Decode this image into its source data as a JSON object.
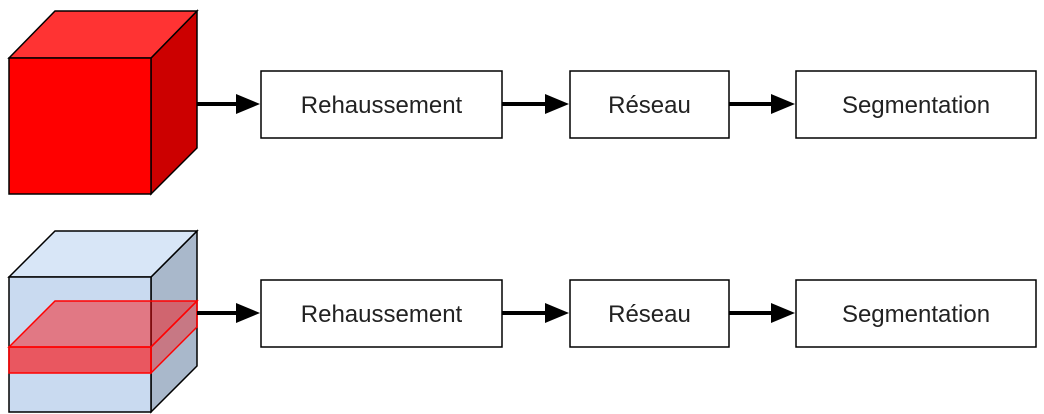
{
  "rows": [
    {
      "volume": "full-volume",
      "cube_colors": {
        "front": "#ff0000",
        "top": "#ff3333",
        "side": "#cc0000"
      },
      "steps": [
        {
          "label": "Rehaussement"
        },
        {
          "label": "Réseau"
        },
        {
          "label": "Segmentation"
        }
      ]
    },
    {
      "volume": "slice",
      "cube_colors": {
        "front": "#c9daf0",
        "top": "#d8e6f7",
        "side": "#a9b8cb",
        "slice": "#ff0000"
      },
      "steps": [
        {
          "label": "Rehaussement"
        },
        {
          "label": "Réseau"
        },
        {
          "label": "Segmentation"
        }
      ]
    }
  ]
}
